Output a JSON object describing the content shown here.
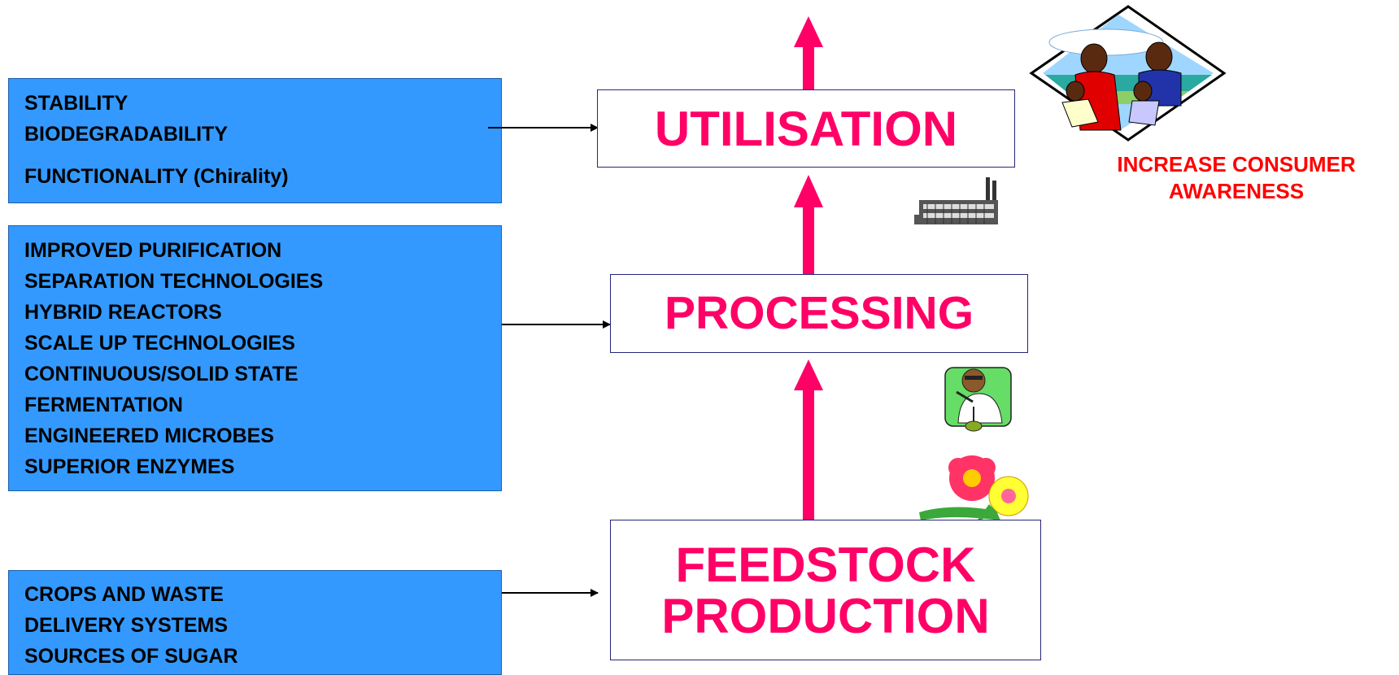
{
  "requirement_boxes": {
    "utilisation_needs": [
      "STABILITY",
      "BIODEGRADABILITY",
      "FUNCTIONALITY (Chirality)"
    ],
    "processing_needs": [
      "IMPROVED PURIFICATION",
      "SEPARATION TECHNOLOGIES",
      "HYBRID REACTORS",
      "SCALE UP TECHNOLOGIES",
      "CONTINUOUS/SOLID STATE",
      "FERMENTATION",
      "ENGINEERED MICROBES",
      "SUPERIOR ENZYMES"
    ],
    "feedstock_needs": [
      "CROPS AND WASTE",
      "DELIVERY  SYSTEMS",
      "SOURCES OF SUGAR"
    ]
  },
  "stages": {
    "utilisation": "UTILISATION",
    "processing": "PROCESSING",
    "feedstock_line1": "FEEDSTOCK",
    "feedstock_line2": "PRODUCTION"
  },
  "awareness": {
    "line1": "INCREASE CONSUMER",
    "line2": "AWARENESS"
  },
  "colors": {
    "box_blue": "#3399ff",
    "stage_text": "#ff0066",
    "flow_arrow": "#ff0066",
    "awareness_text": "#ff0000"
  },
  "icons": [
    "family-icon",
    "factory-icon",
    "scientist-icon",
    "flowers-icon"
  ]
}
